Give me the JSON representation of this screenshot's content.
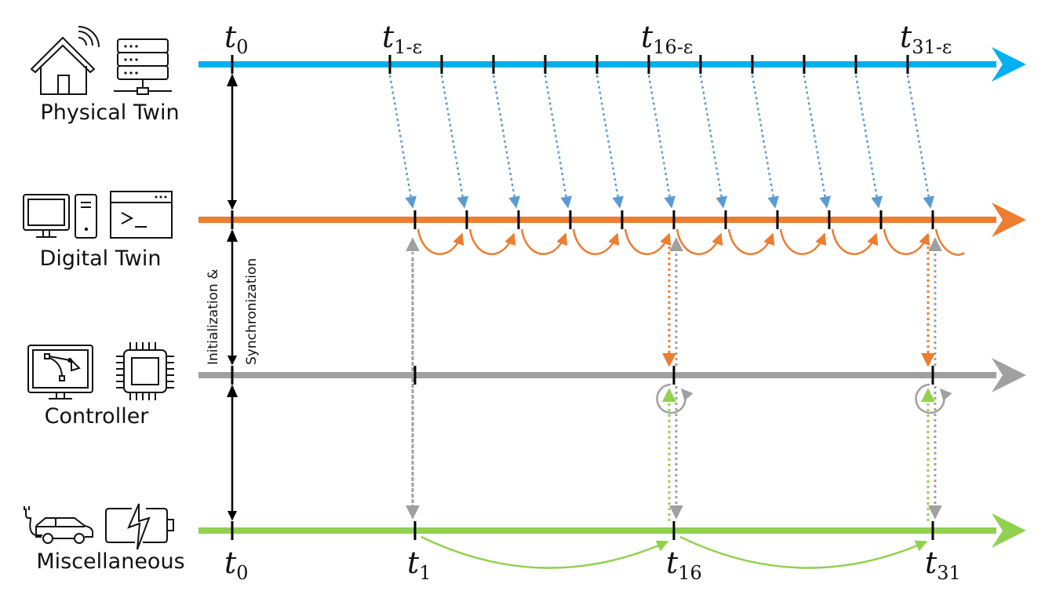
{
  "diagram": {
    "lanes": [
      {
        "id": "physical",
        "label": "Physical Twin",
        "color": "#00B0F0",
        "icons": [
          "smart-home-icon",
          "server-rack-icon"
        ]
      },
      {
        "id": "digital",
        "label": "Digital Twin",
        "color": "#ED7D31",
        "icons": [
          "desktop-computer-icon",
          "terminal-window-icon"
        ]
      },
      {
        "id": "controller",
        "label": "Controller",
        "color": "#A0A0A0",
        "icons": [
          "design-monitor-icon",
          "microchip-icon"
        ]
      },
      {
        "id": "misc",
        "label": "Miscellaneous",
        "color": "#92D050",
        "icons": [
          "electric-car-icon",
          "battery-charging-icon"
        ]
      }
    ],
    "time_labels_top": [
      {
        "base": "t",
        "sub": "0",
        "tick_index": -1
      },
      {
        "base": "t",
        "sub": "1-ε",
        "tick_index": 0
      },
      {
        "base": "t",
        "sub": "16-ε",
        "tick_index": 5
      },
      {
        "base": "t",
        "sub": "31-ε",
        "tick_index": 10
      }
    ],
    "time_labels_bottom": [
      {
        "base": "t",
        "sub": "0",
        "tick_index": -1
      },
      {
        "base": "t",
        "sub": "1",
        "tick_index": 0
      },
      {
        "base": "t",
        "sub": "16",
        "tick_index": 5
      },
      {
        "base": "t",
        "sub": "31",
        "tick_index": 10
      }
    ],
    "tick_count": 11,
    "sync_tick_indices": [
      5,
      10
    ],
    "init_label_line1": "Initialization &",
    "init_label_line2": "Synchronization",
    "colors": {
      "blue_dotted": "#5B9BD5",
      "orange": "#ED7D31",
      "gray": "#A0A0A0",
      "green": "#92D050",
      "black": "#000000"
    }
  }
}
